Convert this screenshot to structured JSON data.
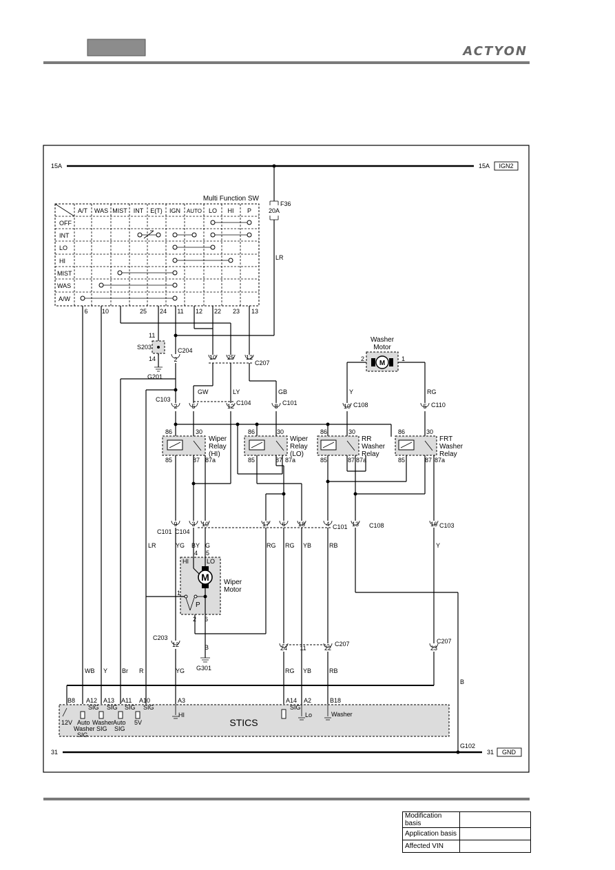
{
  "header": {
    "brand": "ACTYON"
  },
  "supply": {
    "left_label": "15A",
    "right_label": "15A",
    "tag": "IGN2"
  },
  "ground": {
    "left_label": "31",
    "right_label": "31",
    "tag": "GND",
    "ground_point": "G102"
  },
  "fuse": {
    "name": "F36",
    "rating": "20A",
    "wire": "LR"
  },
  "mfsw": {
    "title": "Multi Function SW",
    "columns": [
      "A/T",
      "WAS",
      "MIST",
      "INT",
      "E(T)",
      "IGN",
      "AUTO",
      "LO",
      "HI",
      "P"
    ],
    "rows": [
      "OFF",
      "INT",
      "LO",
      "HI",
      "MIST",
      "WAS",
      "A/W"
    ],
    "pins": [
      "6",
      "10",
      "25",
      "24",
      "11",
      "12",
      "22",
      "23",
      "13"
    ]
  },
  "connectors": {
    "s203": "S203",
    "s203_top": "11",
    "s203_bot": "14",
    "g201": "G201",
    "c204": "C204",
    "c204_pin": "2",
    "c207": "C207",
    "c207_pins": [
      "10",
      "25",
      "12"
    ],
    "c103": "C103",
    "c103_pin": "2",
    "c104": "C104",
    "c104_pins": [
      "5",
      "12"
    ],
    "c101": "C101",
    "c101_pin": "8",
    "c108": "C108",
    "c108_pin": "10",
    "c110": "C110",
    "c110_pin": "5",
    "wm_pin_left": "2",
    "wm_pin_right": "1"
  },
  "washer_motor": {
    "title": "Washer",
    "subtitle": "Motor",
    "symbol": "M"
  },
  "relays": [
    {
      "l1": "Wiper",
      "l2": "Relay",
      "l3": "(HI)",
      "pins": [
        "86",
        "30",
        "85",
        "87",
        "87a"
      ]
    },
    {
      "l1": "Wiper",
      "l2": "Relay",
      "l3": "(LO)",
      "pins": [
        "86",
        "30",
        "85",
        "87",
        "87a"
      ]
    },
    {
      "l1": "RR",
      "l2": "Washer",
      "l3": "Relay",
      "pins": [
        "86",
        "30",
        "85",
        "87",
        "87a"
      ]
    },
    {
      "l1": "FRT",
      "l2": "Washer",
      "l3": "Relay",
      "pins": [
        "86",
        "30",
        "85",
        "87",
        "87a"
      ]
    }
  ],
  "wires": {
    "gw": "GW",
    "ly": "LY",
    "gb": "GB",
    "y": "Y",
    "rg": "RG",
    "lr": "LR",
    "yg": "YG",
    "by": "BY",
    "g": "G",
    "rg2": "RG",
    "rg3": "RG",
    "yb": "YB",
    "rb": "RB",
    "y2": "Y",
    "wb": "WB",
    "y3": "Y",
    "br": "Br",
    "r": "R",
    "yg2": "YG",
    "b": "B",
    "rg4": "RG",
    "yb2": "YB",
    "rb2": "RB",
    "b2": "B"
  },
  "mid_connectors": {
    "c101_pins": [
      "9",
      "3",
      "10",
      "17",
      "6",
      "18",
      "4"
    ],
    "c101_left": "C101",
    "c104_left": "C104",
    "c101_right": "C101",
    "c108_pin": "13",
    "c108_label": "C108",
    "c103_pin": "16",
    "c103_label": "C103",
    "wm_pin_top_l": "4",
    "wm_pin_top_r": "5"
  },
  "wiper_motor": {
    "title": "Wiper",
    "subtitle": "Motor",
    "symbol": "M",
    "hi": "HI",
    "lo": "LO",
    "park": "P",
    "pin1": "1",
    "pin2": "2",
    "pin6": "6"
  },
  "lower_connectors": {
    "c203": "C203",
    "c203_pin": "12",
    "g301": "G301",
    "c207_pins": [
      "24",
      "11",
      "22"
    ],
    "c207": "C207",
    "c207r_pin": "23",
    "c207r": "C207"
  },
  "stics": {
    "title": "STICS",
    "pin_b8": "B8",
    "v12": "12V",
    "a12": "A12",
    "a12_sig": "SIG",
    "a12_l1": "Auto",
    "a12_l2": "Washer",
    "a12_l3": "SIG",
    "a13": "A13",
    "a13_sig": "SIG",
    "a13_l1": "Washer",
    "a13_l2": "SIG",
    "a11": "A11",
    "a11_sig": "SIG",
    "a11_l1": "Auto",
    "a11_l2": "SIG",
    "a10": "A10",
    "a10_sig": "SIG",
    "a10_l1": "5V",
    "a3": "A3",
    "a3_l": "HI",
    "a14": "A14",
    "a14_sig": "SIG",
    "a2": "A2",
    "a2_l": "Lo",
    "b18": "B18",
    "b18_l": "Washer"
  },
  "footer": {
    "rows": [
      {
        "key": "Modification basis",
        "value": ""
      },
      {
        "key": "Application basis",
        "value": ""
      },
      {
        "key": "Affected VIN",
        "value": ""
      }
    ]
  }
}
